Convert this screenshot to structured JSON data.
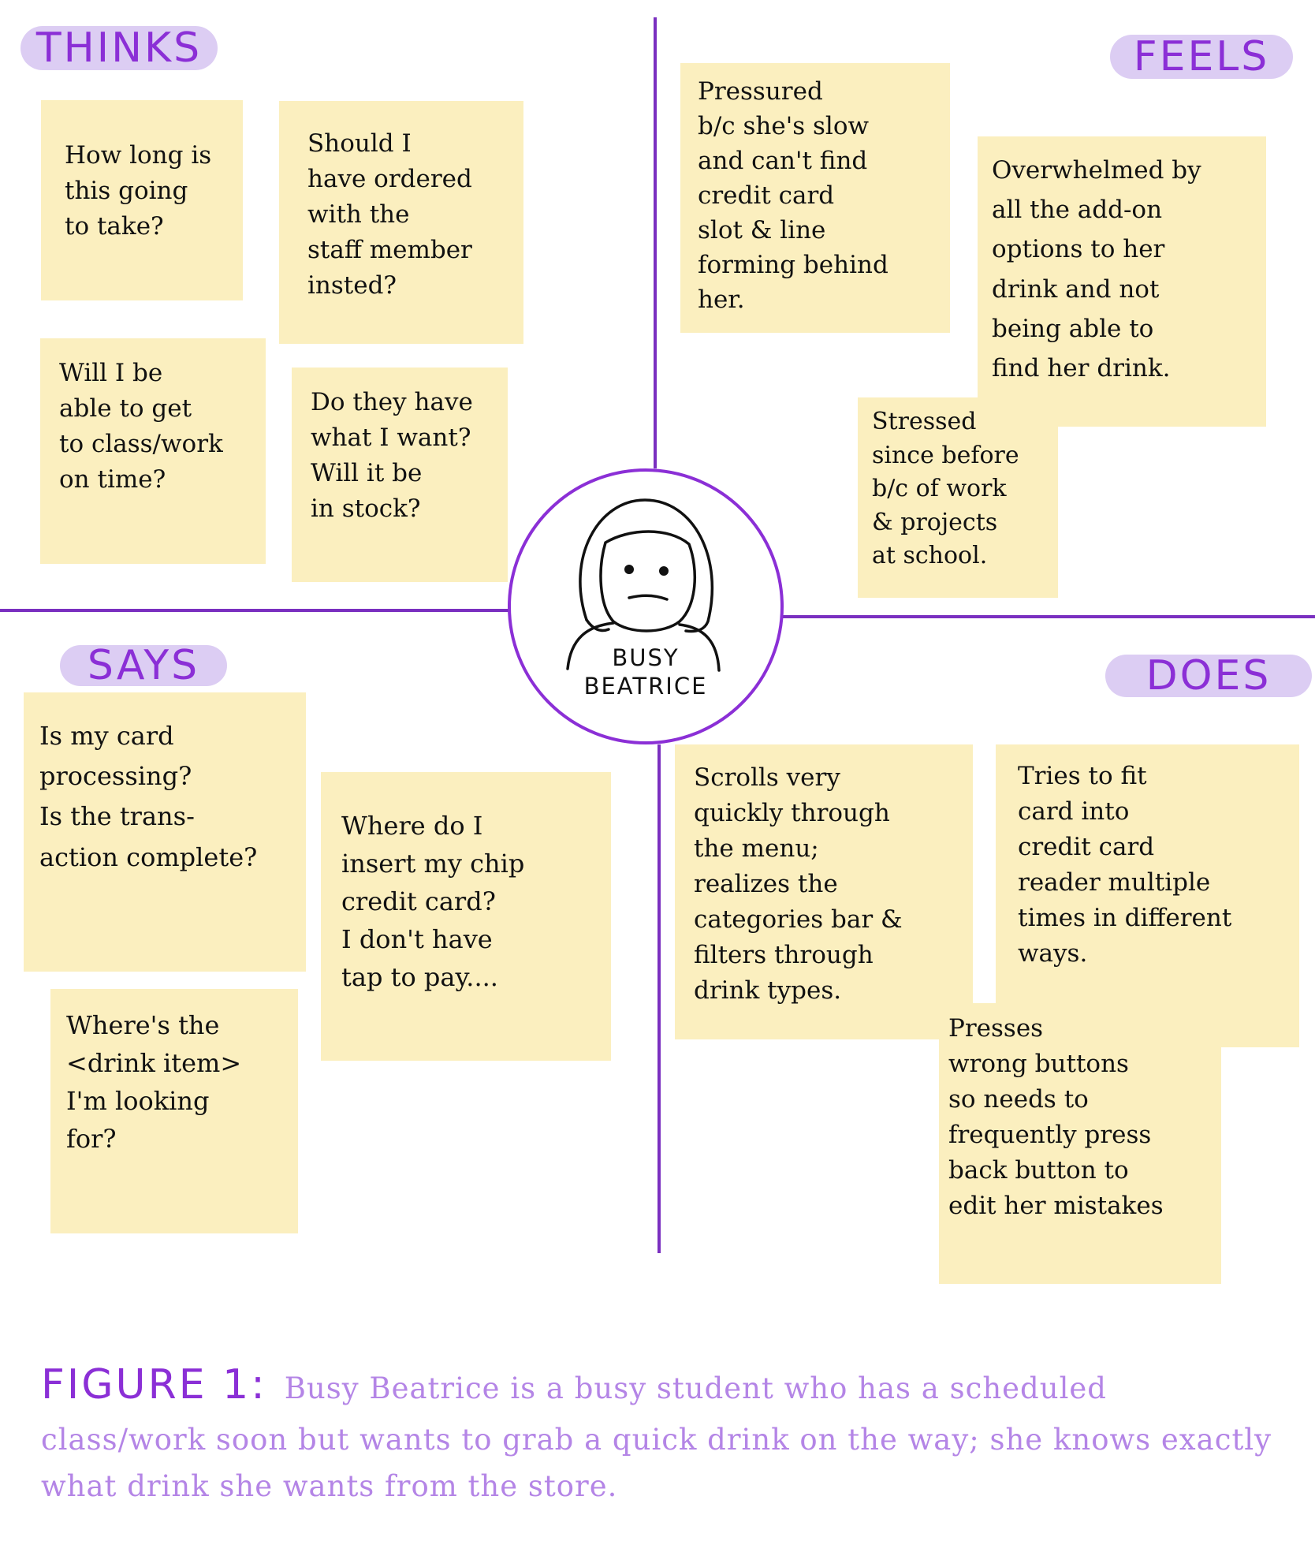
{
  "headings": {
    "thinks": "THINKS",
    "feels": "FEELS",
    "says": "SAYS",
    "does": "DOES"
  },
  "persona": {
    "name": "BUSY\nBEATRICE"
  },
  "notes": {
    "thinks": [
      "How long is\nthis going\nto take?",
      "Should I\nhave ordered\nwith the\nstaff member\ninsted?",
      "Will I be\nable to get\nto class/work\non time?",
      "Do they have\nwhat I want?\nWill it be\nin stock?"
    ],
    "feels": [
      "Pressured\nb/c she's slow\nand can't find\ncredit card\nslot & line\nforming behind\nher.",
      "Overwhelmed by\nall the add-on\noptions to her\ndrink and not\nbeing able to\nfind her drink.",
      "Stressed\nsince before\nb/c of work\n& projects\nat school."
    ],
    "says": [
      "Is my card\nprocessing?\nIs the trans-\naction complete?",
      "Where do I\ninsert my chip\ncredit card?\nI don't have\ntap to pay....",
      "Where's the\n<drink item>\nI'm looking\nfor?"
    ],
    "does": [
      "Scrolls very\nquickly through\nthe menu;\nrealizes the\ncategories bar &\nfilters through\ndrink types.",
      "Tries to fit\ncard into\ncredit card\nreader multiple\ntimes in different\nways.",
      "Presses\nwrong buttons\nso needs to\nfrequently press\nback button to\nedit her mistakes"
    ]
  },
  "caption": {
    "label": "FIGURE 1:",
    "text": "Busy Beatrice is a busy student who has a scheduled class/work soon but wants to grab a quick drink on the way; she knows exactly what drink she wants from the store."
  },
  "colors": {
    "accent": "#8b2fd6",
    "heading_bg": "#dccdf3",
    "note_bg": "#fbefbf",
    "caption_text": "#b485e6"
  }
}
